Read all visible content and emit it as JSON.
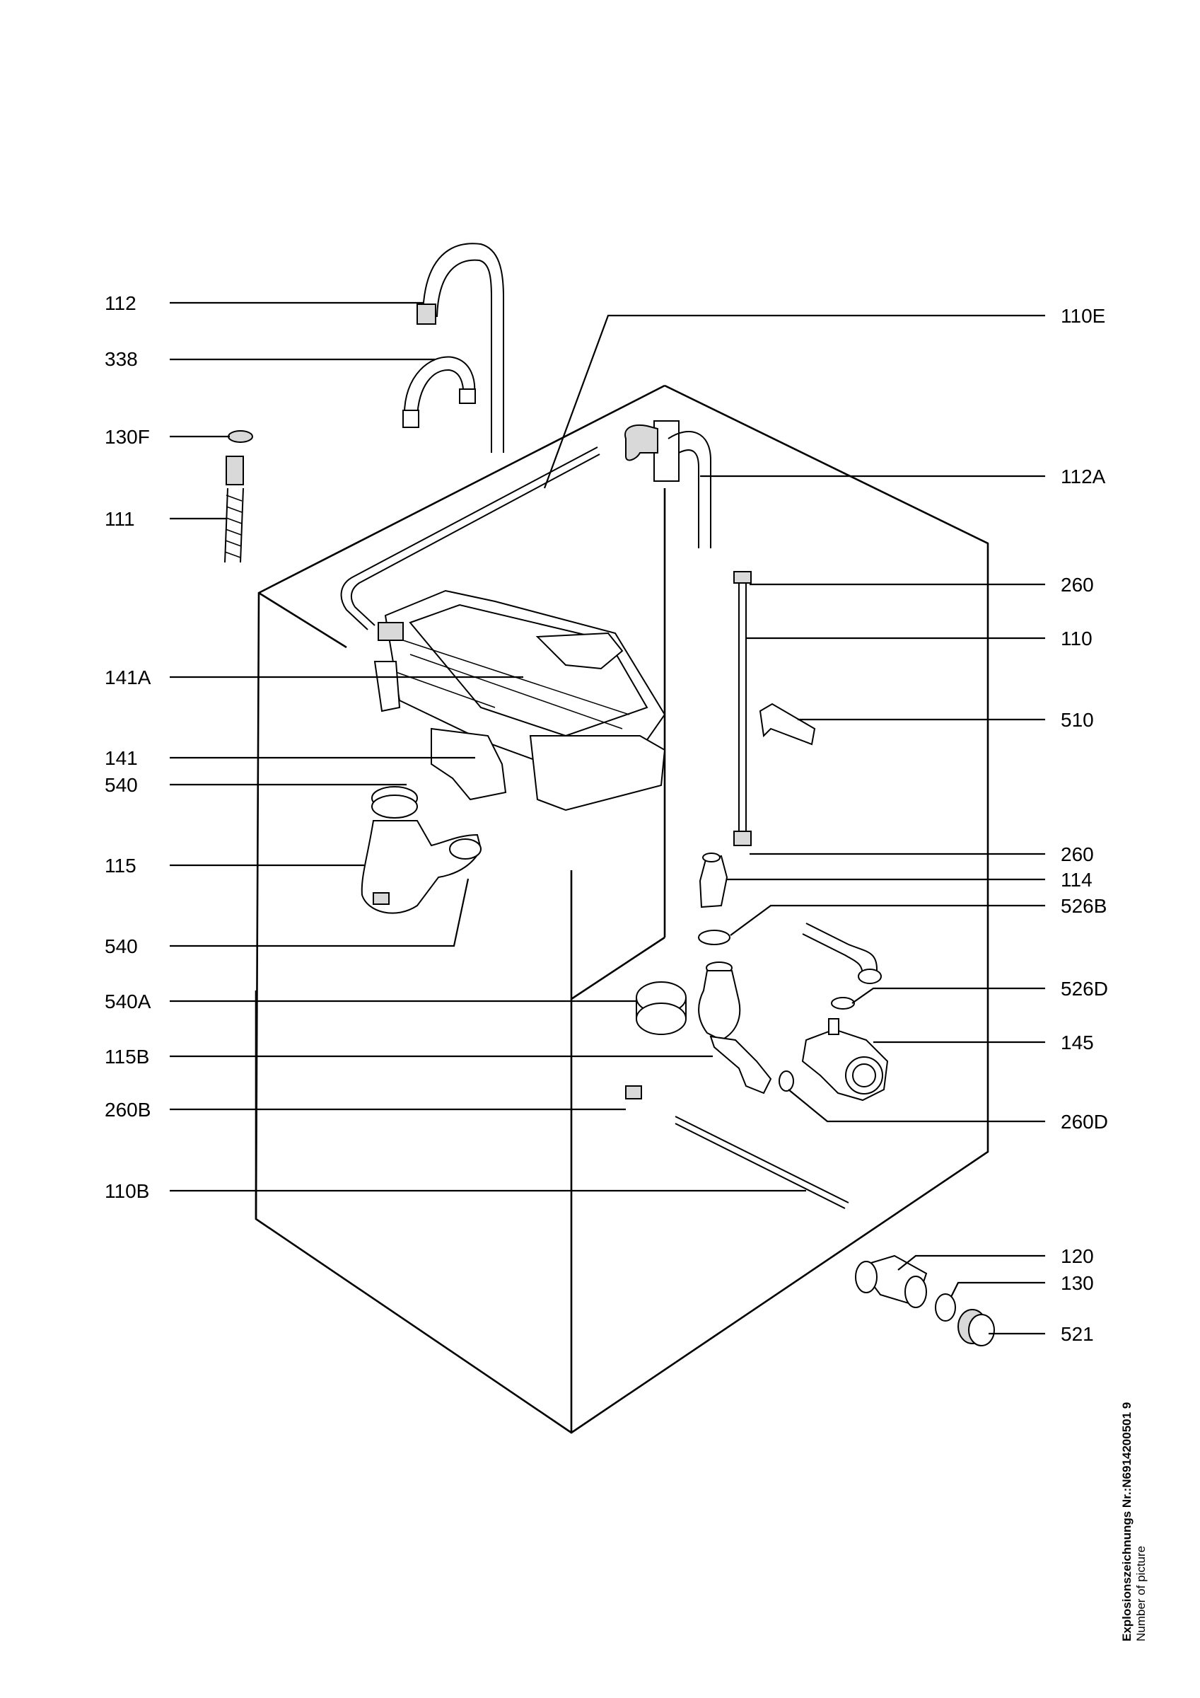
{
  "diagram": {
    "labels_left": [
      "112",
      "338",
      "130F",
      "111",
      "141A",
      "141",
      "540",
      "115",
      "540",
      "540A",
      "115B",
      "260B",
      "110B"
    ],
    "labels_right": [
      "110E",
      "112A",
      "260",
      "110",
      "510",
      "260",
      "114",
      "526B",
      "526D",
      "145",
      "260D",
      "120",
      "130",
      "521"
    ]
  },
  "caption": {
    "line1": "Explosionszeichnungs Nr.:N6914200501 9",
    "line2": "Number of picture"
  }
}
